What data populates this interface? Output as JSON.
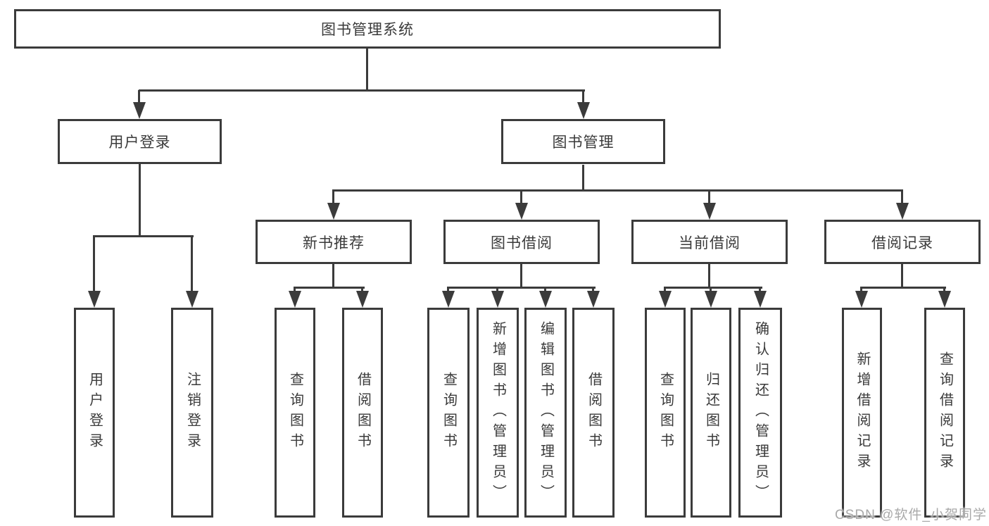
{
  "tree": {
    "label": "图书管理系统",
    "children": [
      {
        "label": "用户登录",
        "children": [
          {
            "label": "用户登录"
          },
          {
            "label": "注销登录"
          }
        ]
      },
      {
        "label": "图书管理",
        "children": [
          {
            "label": "新书推荐",
            "children": [
              {
                "label": "查询图书"
              },
              {
                "label": "借阅图书"
              }
            ]
          },
          {
            "label": "图书借阅",
            "children": [
              {
                "label": "查询图书"
              },
              {
                "label": "新增图书（管理员）"
              },
              {
                "label": "编辑图书（管理员）"
              },
              {
                "label": "借阅图书"
              }
            ]
          },
          {
            "label": "当前借阅",
            "children": [
              {
                "label": "查询图书"
              },
              {
                "label": "归还图书"
              },
              {
                "label": "确认归还（管理员）"
              }
            ]
          },
          {
            "label": "借阅记录",
            "children": [
              {
                "label": "新增借阅记录"
              },
              {
                "label": "查询借阅记录"
              }
            ]
          }
        ]
      }
    ]
  },
  "watermark": {
    "text": "CSDN @软件_小贺同学",
    "color": "#a9a9a9"
  },
  "style": {
    "line_color": "#3b3b3b",
    "text_color": "#3a3a3a",
    "background": "#ffffff"
  }
}
